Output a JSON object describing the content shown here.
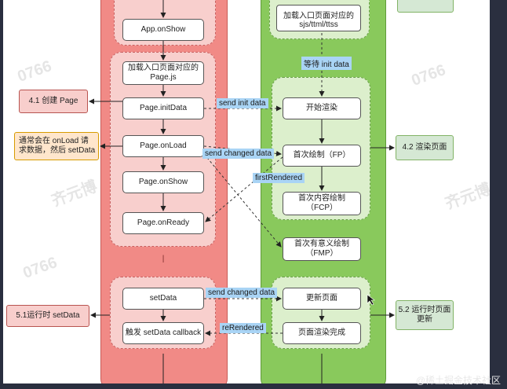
{
  "watermarks": [
    "0766",
    "0766",
    "齐元博",
    "齐元博 0766",
    "0766"
  ],
  "footer": "@稀土掘金技术社区",
  "left_lane": {
    "app_onshow": "App.onShow",
    "load_page_js": "加载入口页面对应的\nPage.js",
    "init_data": "Page.initData",
    "on_load": "Page.onLoad",
    "on_show": "Page.onShow",
    "on_ready": "Page.onReady",
    "divider": "|",
    "set_data": "setData",
    "set_data_callback": "触发 setData callback"
  },
  "right_lane": {
    "load_files": "加载入口页面对应的\nsjs/ttml/ttss",
    "start_render": "开始渲染",
    "fp": "首次绘制（FP）",
    "fcp": "首次内容绘制\n（FCP）",
    "fmp": "首次有意义绘制\n（FMP）",
    "update_page": "更新页面",
    "render_done": "页面渲染完成"
  },
  "side_boxes": {
    "create_page": "4.1 创建 Page",
    "onload_note": "通常会在 onLoad 请\n求数据，然后 setData",
    "render_page": "4.2 渲染页面",
    "runtime_setdata": "5.1运行时 setData",
    "runtime_update": "5.2 运行时页面\n更新"
  },
  "edge_labels": {
    "wait_init": "等待 init data",
    "send_init": "send init data",
    "send_changed_1": "send changed data",
    "first_rendered": "firstRendered",
    "send_changed_2": "send changed data",
    "re_rendered": "reRendered"
  },
  "colors": {
    "logic_lane": "#f18a86",
    "render_lane": "#89c95c",
    "edge_label_bg": "#a9d4f5"
  }
}
